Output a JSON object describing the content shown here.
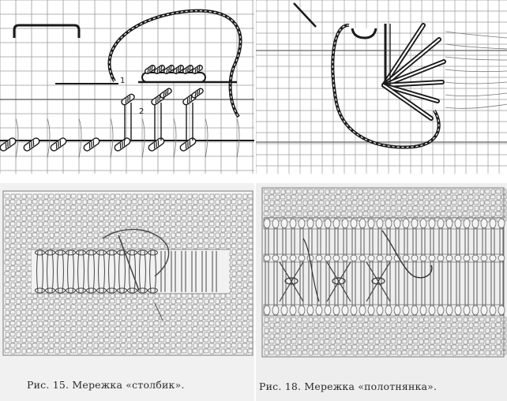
{
  "panels": {
    "top_left": {
      "markers": [
        "1",
        "2"
      ]
    },
    "top_right": {},
    "bottom_left": {
      "caption": "Рис. 15. Мережка «столбик»."
    },
    "bottom_right": {
      "caption": "Рис. 18. Мережка «полотнянка»."
    }
  },
  "colors": {
    "ink": "#1a1a1a",
    "grid": "#8a8a8a",
    "paper": "#ffffff",
    "paper_grey": "#efefef"
  }
}
